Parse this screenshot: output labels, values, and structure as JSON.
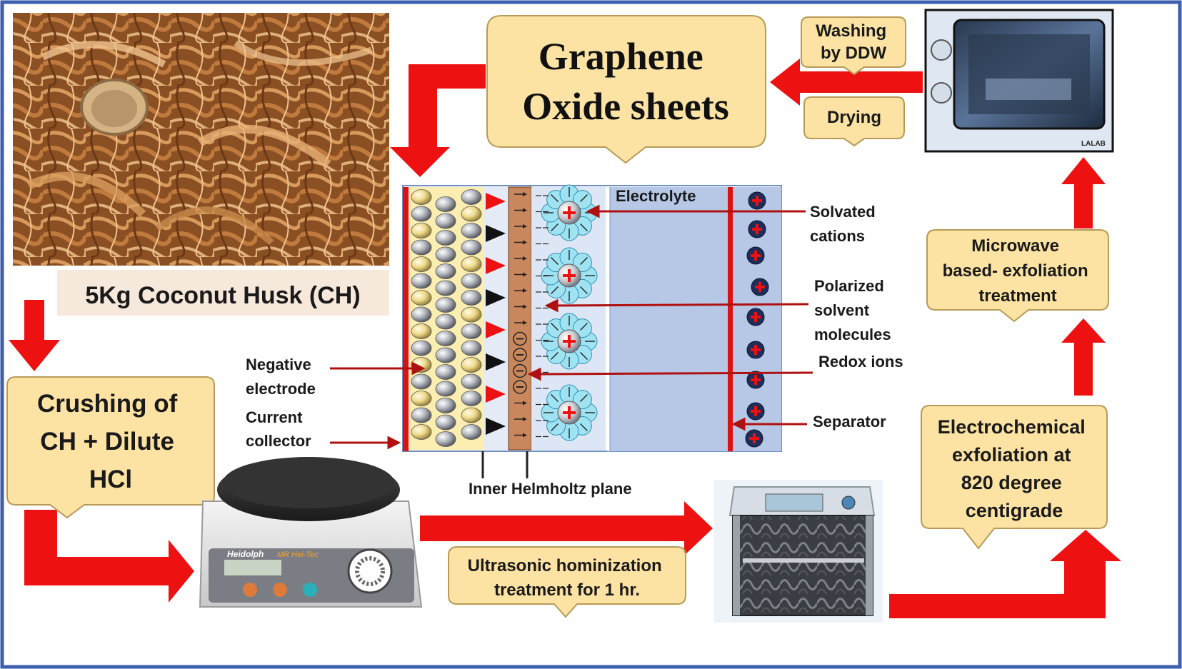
{
  "colors": {
    "frame": "#3d5fae",
    "callout_fill": "#fce3a3",
    "callout_stroke": "#b79a56",
    "arrow_red": "#ee1111",
    "label_arrow": "#b01010",
    "electrode_yellow": "#fbeeb0",
    "electrolyte_blue": "#b6c8e6",
    "helmholtz_brown": "#c9875d",
    "solvent_cyan": "#9fe3f2",
    "husk_brown": "#b06a35"
  },
  "steps": {
    "husk_label": "5Kg Coconut Husk  (CH)",
    "crushing": [
      "Crushing of",
      "CH + Dilute",
      "HCl"
    ],
    "ultrasonic": [
      "Ultrasonic hominization",
      "treatment for 1 hr."
    ],
    "electrochemical": [
      "Electrochemical",
      "exfoliation at",
      "820 degree",
      "centigrade"
    ],
    "microwave": [
      "Microwave",
      "based- exfoliation",
      "treatment"
    ],
    "washing": [
      "Washing",
      "by DDW"
    ],
    "drying": "Drying",
    "graphene": [
      "Graphene",
      "Oxide  sheets"
    ]
  },
  "cell": {
    "electrolyte": "Electrolyte",
    "solvated": [
      "Solvated",
      "cations"
    ],
    "polarized": [
      "Polarized",
      "solvent",
      "molecules"
    ],
    "redox": "Redox ions",
    "separator": "Separator",
    "negative": [
      "Negative",
      "electrode"
    ],
    "current": [
      "Current",
      "collector"
    ],
    "helmholtz": "Inner Helmholtz plane"
  },
  "equipment": {
    "stirrer_brand": "Heidolph",
    "stirrer_model": "MR Hei-Tec",
    "microwave_brand": "LALAB"
  }
}
